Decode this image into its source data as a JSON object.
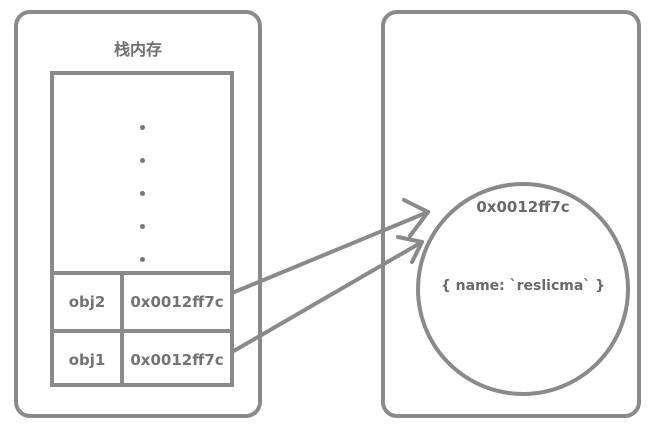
{
  "stack": {
    "title": "栈内存",
    "dots": [
      "•",
      "•",
      "•",
      "•",
      "•"
    ],
    "rows": [
      {
        "name": "obj2",
        "address": "0x0012ff7c"
      },
      {
        "name": "obj1",
        "address": "0x0012ff7c"
      }
    ]
  },
  "heap": {
    "object": {
      "address": "0x0012ff7c",
      "content": "{ name: `reslicma` }"
    }
  },
  "colors": {
    "stroke": "#8a8a8a",
    "text": "#707070",
    "background": "#ffffff"
  }
}
